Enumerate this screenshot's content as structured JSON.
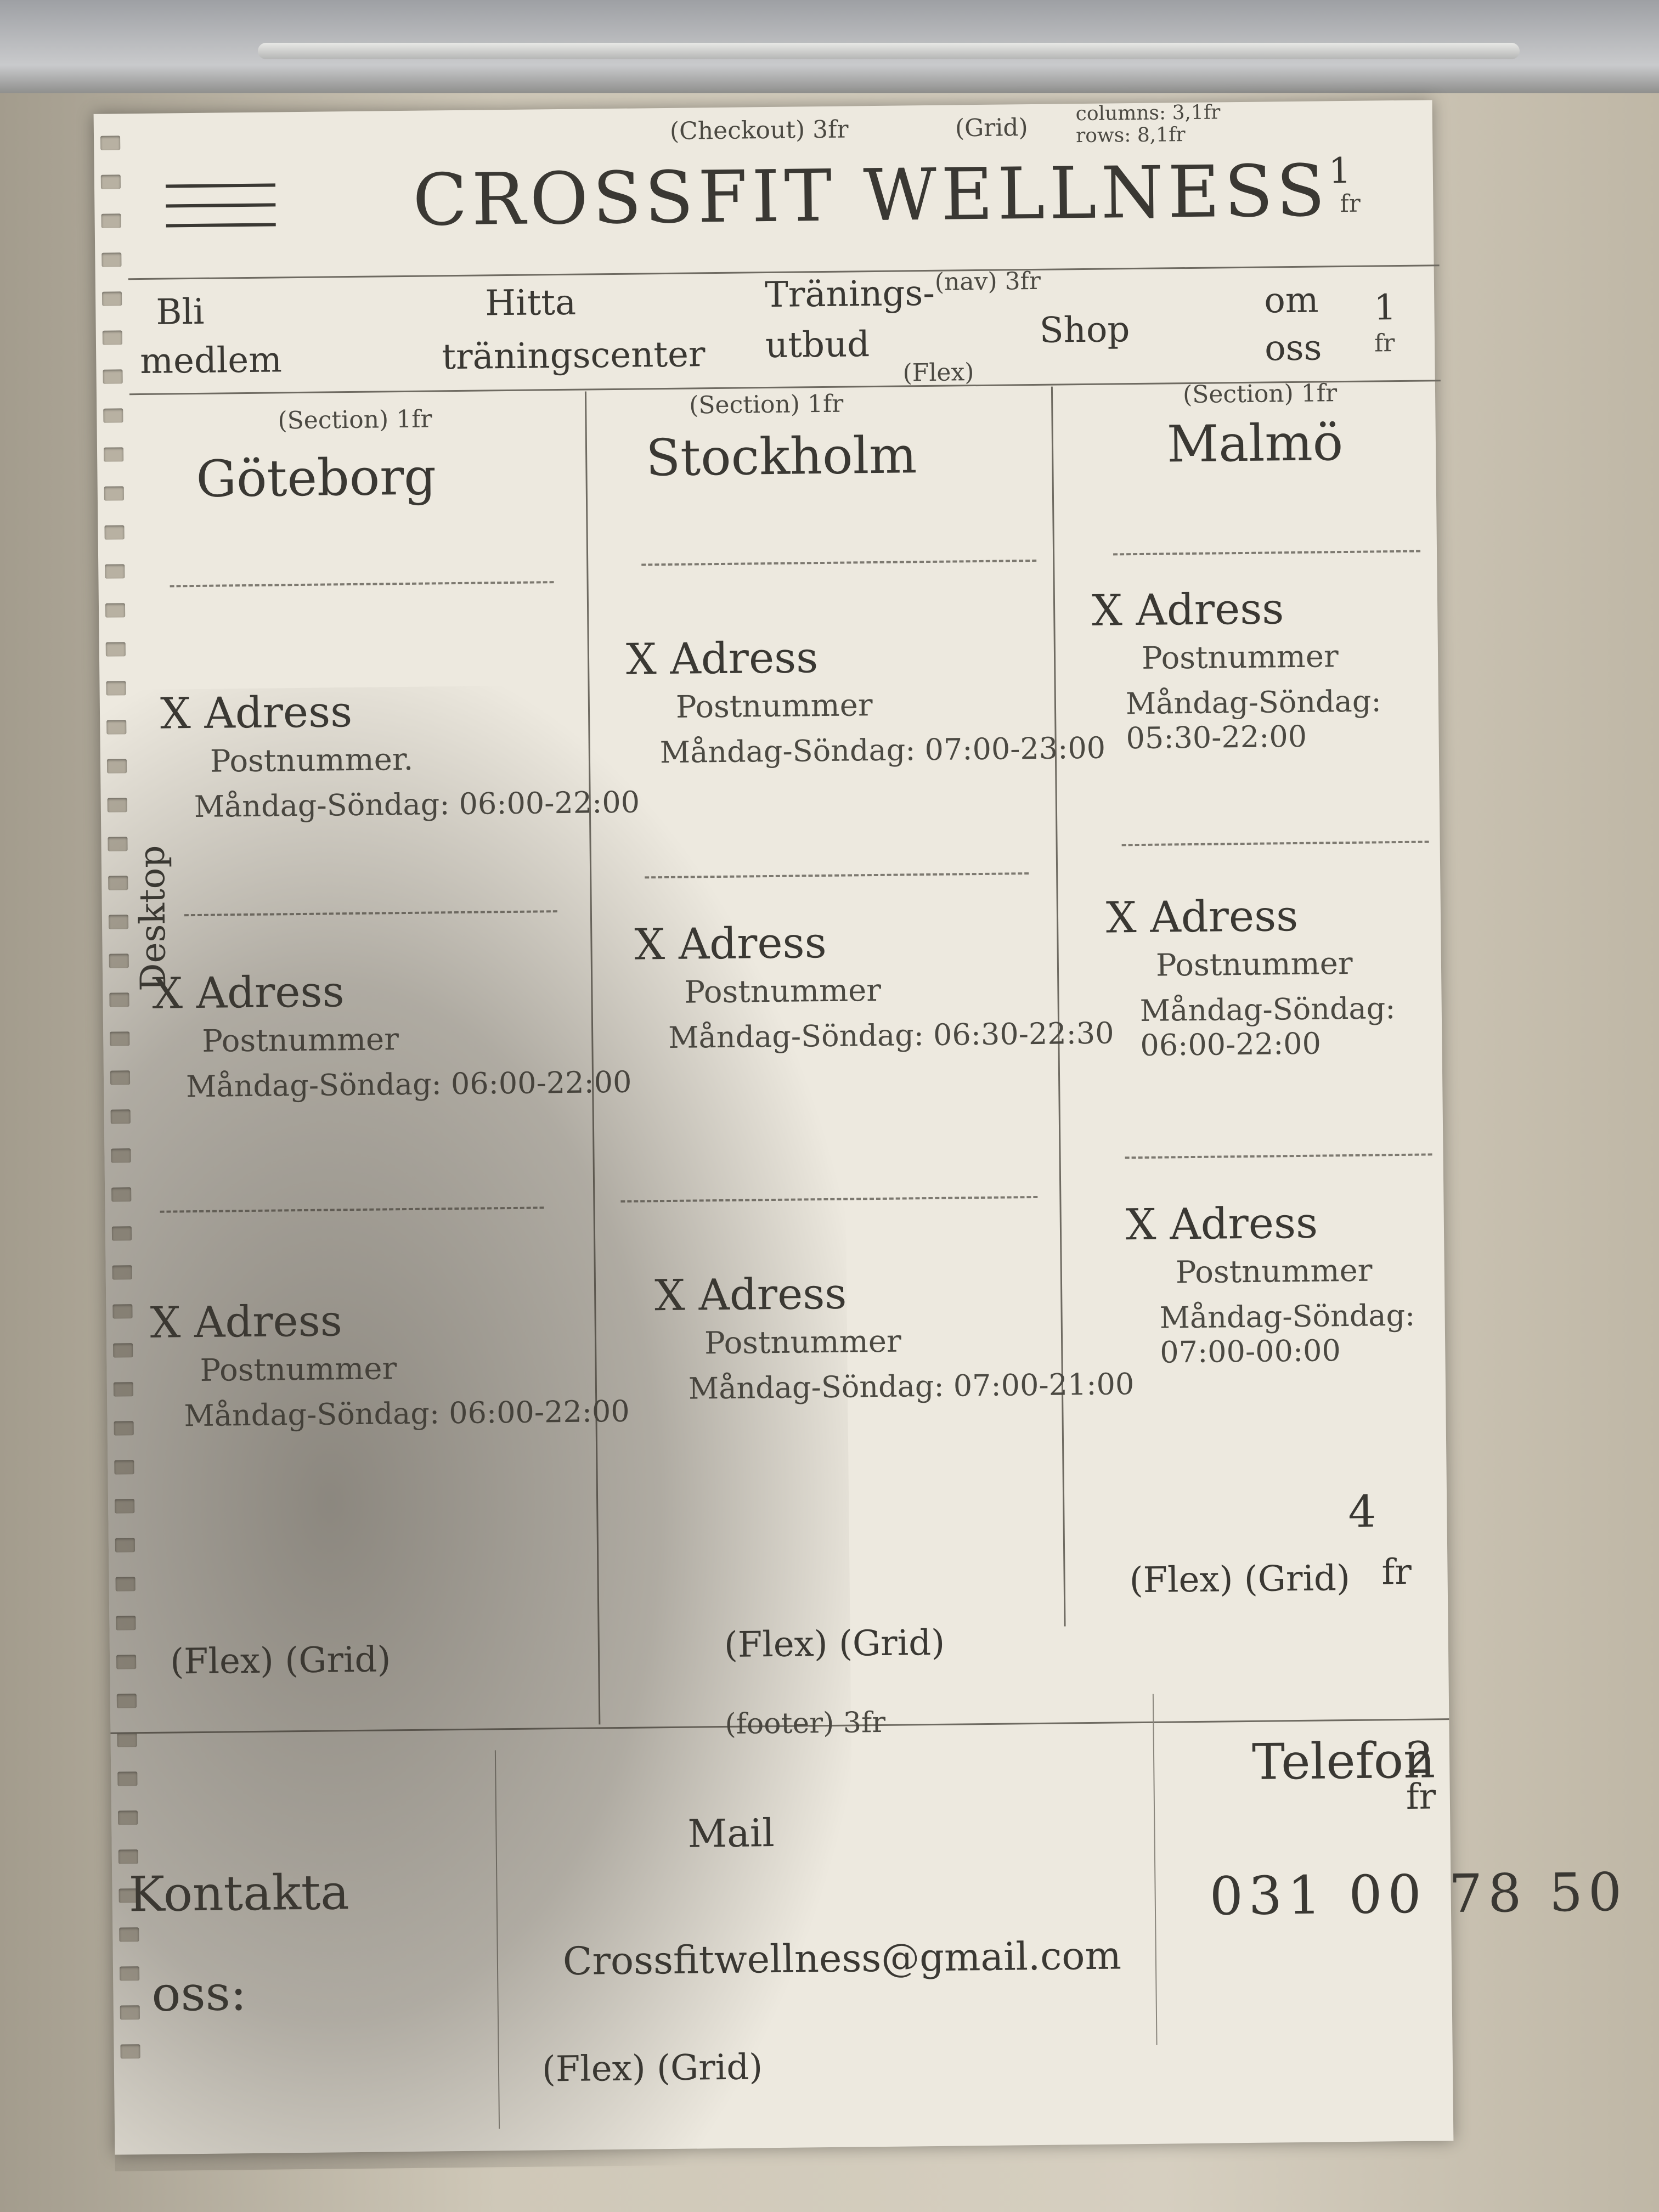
{
  "header": {
    "title": "CROSSFIT WELLNESS",
    "note_checkout": "(Checkout) 3fr",
    "note_grid": "(Grid)",
    "note_columns": "columns: 3,1fr",
    "note_rows": "rows: 8,1fr",
    "fraction": "1",
    "fraction_unit": "fr",
    "menu_icon": "hamburger-icon"
  },
  "nav": {
    "items": [
      {
        "line1": "Bli",
        "line2": "medlem"
      },
      {
        "line1": "Hitta",
        "line2": "träningscenter"
      },
      {
        "line1": "Tränings-",
        "line2": "utbud"
      },
      {
        "line1": "Shop",
        "line2": ""
      },
      {
        "line1": "om",
        "line2": "oss"
      }
    ],
    "note_nav": "(nav) 3fr",
    "note_flex": "(Flex)",
    "fraction": "1",
    "fraction_unit": "fr"
  },
  "side_note": "Desktop",
  "cities": [
    {
      "note": "(Section) 1fr",
      "name": "Göteborg",
      "gyms": [
        {
          "address": "X Adress",
          "postal": "Postnummer.",
          "hours": "Måndag-Söndag: 06:00-22:00"
        },
        {
          "address": "X Adress",
          "postal": "Postnummer",
          "hours": "Måndag-Söndag: 06:00-22:00"
        },
        {
          "address": "X Adress",
          "postal": "Postnummer",
          "hours": "Måndag-Söndag: 06:00-22:00"
        }
      ],
      "footer_note": "(Flex) (Grid)"
    },
    {
      "note": "(Section) 1fr",
      "name": "Stockholm",
      "gyms": [
        {
          "address": "X Adress",
          "postal": "Postnummer",
          "hours": "Måndag-Söndag: 07:00-23:00"
        },
        {
          "address": "X Adress",
          "postal": "Postnummer",
          "hours": "Måndag-Söndag: 06:30-22:30"
        },
        {
          "address": "X Adress",
          "postal": "Postnummer",
          "hours": "Måndag-Söndag: 07:00-21:00"
        }
      ],
      "footer_note": "(Flex) (Grid)"
    },
    {
      "note": "(Section) 1fr",
      "name": "Malmö",
      "gyms": [
        {
          "address": "X Adress",
          "postal": "Postnummer",
          "hours": "Måndag-Söndag: 05:30-22:00"
        },
        {
          "address": "X Adress",
          "postal": "Postnummer",
          "hours": "Måndag-Söndag: 06:00-22:00"
        },
        {
          "address": "X Adress",
          "postal": "Postnummer",
          "hours": "Måndag-Söndag: 07:00-00:00"
        }
      ],
      "footer_note": "(Flex) (Grid)"
    }
  ],
  "main_fraction": "4",
  "main_fraction_unit": "fr",
  "footer": {
    "note": "(footer) 3fr",
    "contact_line1": "Kontakta",
    "contact_line2": "oss:",
    "mail_label": "Mail",
    "mail_value": "Crossfitwellness@gmail.com",
    "phone_label": "Telefon",
    "phone_value": "031 00 78 50",
    "flex_note": "(Flex) (Grid)",
    "fraction": "2",
    "fraction_unit": "fr"
  }
}
